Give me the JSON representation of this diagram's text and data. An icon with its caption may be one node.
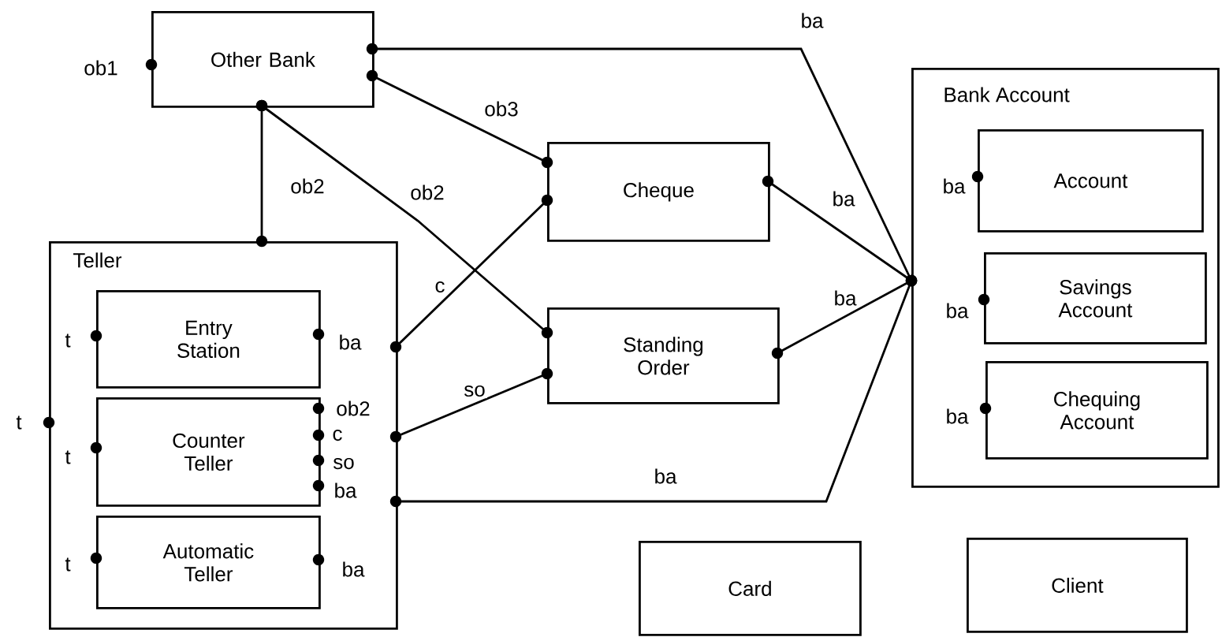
{
  "diagram": {
    "nodes": [
      {
        "text": [
          "Other Bank"
        ],
        "beside": [
          "ob1"
        ]
      },
      {
        "text": [
          "Teller"
        ],
        "beside": [
          "t"
        ]
      },
      {
        "text": [
          "Entry Station"
        ],
        "in": 1,
        "beside": [
          "t",
          "ba"
        ]
      },
      {
        "text": [
          "Counter Teller"
        ],
        "in": 1,
        "beside": [
          "t",
          "ob2",
          "c",
          "so",
          "ba"
        ]
      },
      {
        "text": [
          "Automatic Teller"
        ],
        "in": 1,
        "beside": [
          "t",
          "ba"
        ]
      },
      {
        "text": [
          "Cheque"
        ]
      },
      {
        "text": [
          "Standing Order"
        ]
      },
      {
        "text": [
          "Bank Account"
        ]
      },
      {
        "text": [
          "Account"
        ],
        "in": 7,
        "beside": [
          "ba"
        ]
      },
      {
        "text": [
          "Savings Account"
        ],
        "in": 7,
        "beside": [
          "ba"
        ]
      },
      {
        "text": [
          "Chequing Account"
        ],
        "in": 7,
        "beside": [
          "ba"
        ]
      },
      {
        "text": [
          "Card"
        ]
      },
      {
        "text": [
          "Client"
        ]
      }
    ],
    "edges": [
      {
        "from": 0,
        "to": 1,
        "arrow": "other",
        "label": "ob2"
      },
      {
        "from": 0,
        "to": 6,
        "arrow": "other",
        "label": "ob2"
      },
      {
        "from": 0,
        "to": 5,
        "arrow": "other",
        "label": "ob3"
      },
      {
        "from": 0,
        "to": 7,
        "arrow": "other",
        "label": "ba"
      },
      {
        "from": 1,
        "to": 5,
        "arrow": "other",
        "label": "c"
      },
      {
        "from": 1,
        "to": 6,
        "arrow": "other",
        "label": "so"
      },
      {
        "from": 1,
        "to": 7,
        "arrow": "other",
        "label": "ba"
      },
      {
        "from": 5,
        "to": 7,
        "arrow": "other",
        "label": "ba"
      },
      {
        "from": 6,
        "to": 7,
        "arrow": "other",
        "label": "ba"
      }
    ]
  }
}
